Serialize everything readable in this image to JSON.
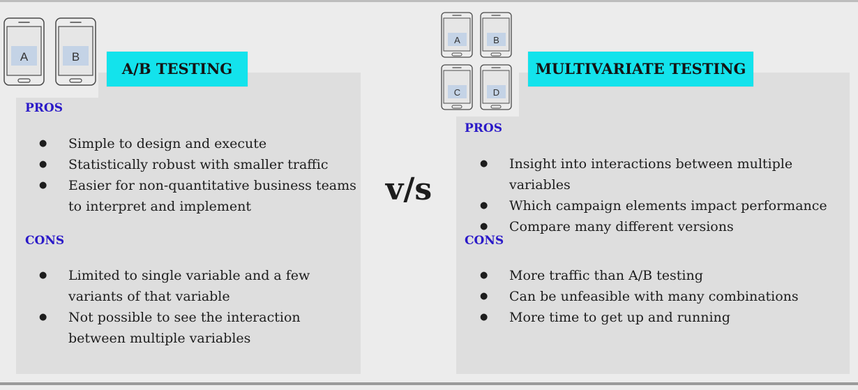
{
  "phones": [
    "A",
    "B",
    "A",
    "B",
    "C",
    "D"
  ],
  "vs_label": "v/s",
  "ab": {
    "title": "A/B TESTING",
    "pros_label": "PROS",
    "pros": [
      "Simple to design and execute",
      "Statistically robust  with smaller traffic",
      "Easier for non-quantitative business teams to interpret and implement"
    ],
    "cons_label": "CONS",
    "cons": [
      "Limited to single variable and a few variants of that variable",
      "Not possible to see the interaction between multiple variables"
    ]
  },
  "mvt": {
    "title": "MULTIVARIATE TESTING",
    "pros_label": "PROS",
    "pros": [
      "Insight into interactions between multiple variables",
      "Which campaign elements impact performance",
      "Compare many different versions"
    ],
    "cons_label": "CONS",
    "cons": [
      "More traffic than A/B testing",
      "Can be unfeasible with many combinations",
      "More time to get up and running"
    ]
  },
  "colors": {
    "title_bg": "#13e3ec",
    "section_label": "#2a19c8",
    "panel_bg": "#dedede",
    "page_bg": "#ececec",
    "screen_label_bg": "#c4d3e6"
  }
}
